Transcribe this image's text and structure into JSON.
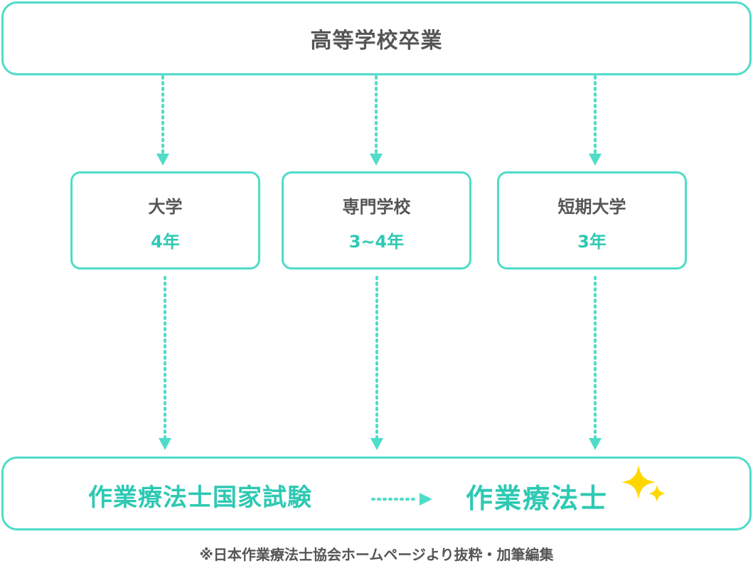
{
  "top": {
    "label": "高等学校卒業"
  },
  "schools": [
    {
      "name": "大学",
      "years": "4年"
    },
    {
      "name": "専門学校",
      "years": "3~4年"
    },
    {
      "name": "短期大学",
      "years": "3年"
    }
  ],
  "bottom": {
    "exam_label": "作業療法士国家試験",
    "result_label": "作業療法士"
  },
  "footnote": "※日本作業療法士協会ホームページより抜粋・加筆編集",
  "colors": {
    "accent": "#4fdcc9",
    "accent_text": "#2ec9b3",
    "text": "#555555",
    "sparkle": "#ffd700"
  },
  "icons": [
    "arrow-down-icon",
    "arrow-right-icon",
    "sparkle-icon"
  ]
}
